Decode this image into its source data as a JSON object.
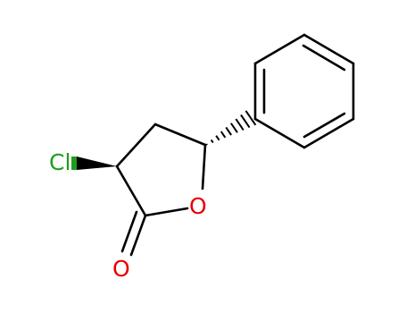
{
  "molecule": {
    "atoms": {
      "chlorine": "Cl",
      "ring_oxygen": "O",
      "carbonyl_oxygen": "O"
    },
    "colors": {
      "bond": "#000000",
      "chlorine": "#1e9e1e",
      "oxygen": "#e60000"
    }
  }
}
